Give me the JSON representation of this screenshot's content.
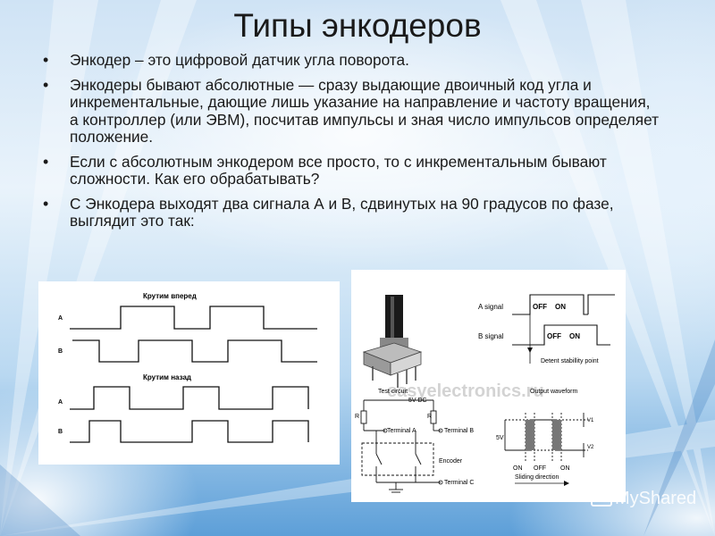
{
  "slide": {
    "title": "Типы энкодеров",
    "bullets": [
      "Энкодер – это цифровой датчик угла поворота.",
      "Энкодеры бывают абсолютные — сразу выдающие двоичный код угла и инкрементальные, дающие лишь указание на направление и частоту вращения, а контроллер (или ЭВМ), посчитав импульсы и зная число импульсов определяет положение.",
      "Если с абсолютным энкодером все просто, то с инкрементальным бывают сложности. Как его обрабатывать?",
      "С Энкодера выходят два сигнала А и В, сдвинутых на 90 градусов по фазе, выглядит это так:"
    ],
    "bullet_glyph": "•"
  },
  "waveform_diagram": {
    "forward_title": "Крутим вперед",
    "backward_title": "Крутим назад",
    "label_a": "A",
    "label_b": "B"
  },
  "datasheet": {
    "a_signal": "A signal",
    "b_signal": "B signal",
    "off": "OFF",
    "on": "ON",
    "detent": "Detent stabillity point",
    "watermark": "easyelectronics.ru",
    "test_circuit": "Test circuit",
    "supply": "5V DC",
    "r": "R",
    "terminal_a": "Terminal A",
    "terminal_b": "Terminal B",
    "terminal_c": "Terminal C",
    "encoder": "Encoder",
    "output_waveform": "Output waveform",
    "five_v": "5V",
    "v1": "V1",
    "v2": "V2",
    "sliding": "Sliding direction"
  },
  "brand": {
    "text": "MyShared"
  },
  "colors": {
    "line": "#111111",
    "dim": "#555555"
  }
}
